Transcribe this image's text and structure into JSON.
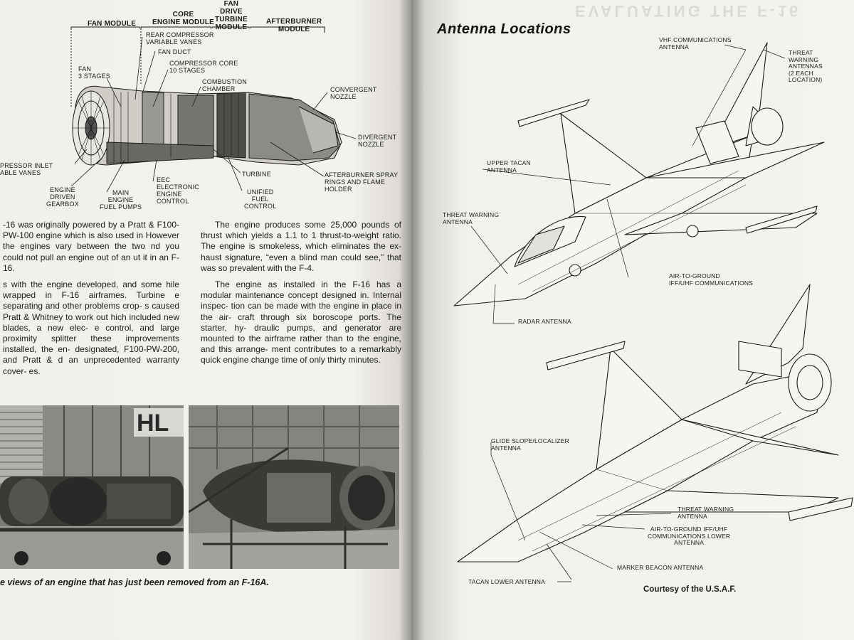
{
  "left_page": {
    "diagram": {
      "modules": {
        "fan": "FAN MODULE",
        "core": "CORE\nENGINE MODULE",
        "fan_drive": "FAN\nDRIVE\nTURBINE\nMODULE",
        "afterburner": "AFTERBURNER\nMODULE"
      },
      "labels": {
        "rear_compressor": "REAR COMPRESSOR\nVARIABLE VANES",
        "fan_duct": "FAN DUCT",
        "compressor_core": "COMPRESSOR CORE\n10 STAGES",
        "fan_stages": "FAN\n3 STAGES",
        "combustion": "COMBUSTION\nCHAMBER",
        "convergent": "CONVERGENT\nNOZZLE",
        "divergent": "DIVERGENT\nNOZZLE",
        "inlet_vanes": "PRESSOR INLET\nABLE VANES",
        "turbine": "TURBINE",
        "spray": "AFTERBURNER SPRAY\nRINGS AND FLAME\nHOLDER",
        "gearbox": "ENGINE\nDRIVEN\nGEARBOX",
        "fuel_pumps": "MAIN\nENGINE\nFUEL PUMPS",
        "eec": "EEC\nELECTRONIC\nENGINE\nCONTROL",
        "unified": "UNIFIED\nFUEL\nCONTROL"
      }
    },
    "text_col_a": [
      "-16 was originally powered by a Pratt & F100-PW-100 engine which is also used in However the engines vary between the two nd you could not pull an engine out of an ut it in an F-16.",
      "s with the engine developed, and some hile wrapped in F-16 airframes. Turbine e separating and other problems crop- s caused Pratt & Whitney to work out hich included new blades, a new elec- e control, and large proximity splitter these improvements installed, the en- designated, F100-PW-200, and Pratt & d an unprecedented warranty cover- es."
    ],
    "text_col_b": [
      "The engine produces some 25,000 pounds of thrust which yields a 1.1 to 1 thrust-to-weight ratio. The engine is smokeless, which eliminates the ex- haust signature, “even a blind man could see,” that was so prevalent with the F-4.",
      "The engine as installed in the F-16 has a modular maintenance concept designed in. Internal inspec- tion can be made with the engine in place in the air- craft through six boroscope ports. The starter, hy- draulic pumps, and generator are mounted to the airframe rather than to the engine, and this arrange- ment contributes to a remarkably quick engine change time of only thirty minutes."
    ],
    "photo_sign": "HL",
    "caption": "e views of an engine that has just been removed from an F-16A."
  },
  "right_page": {
    "running_head": "EVALUATING THE F-16",
    "title": "Antenna Locations",
    "credit": "Courtesy of the U.S.A.F.",
    "labels": {
      "vhf": "VHF COMMUNICATIONS\nANTENNA",
      "threat_top": "THREAT\nWARNING\nANTENNAS\n(2 EACH\nLOCATION)",
      "upper_tacan": "UPPER TACAN\nANTENNA",
      "threat_left": "THREAT WARNING\nANTENNA",
      "atg_iff": "AIR-TO-GROUND\nIFF/UHF COMMUNICATIONS",
      "radar": "RADAR ANTENNA",
      "glide": "GLIDE SLOPE/LOCALIZER\nANTENNA",
      "threat_lower": "THREAT WARNING\nANTENNA",
      "atg_lower": "AIR-TO-GROUND IFF/UHF\nCOMMUNICATIONS LOWER\nANTENNA",
      "marker": "MARKER BEACON ANTENNA",
      "tacan_lower": "TACAN LOWER ANTENNA"
    }
  }
}
